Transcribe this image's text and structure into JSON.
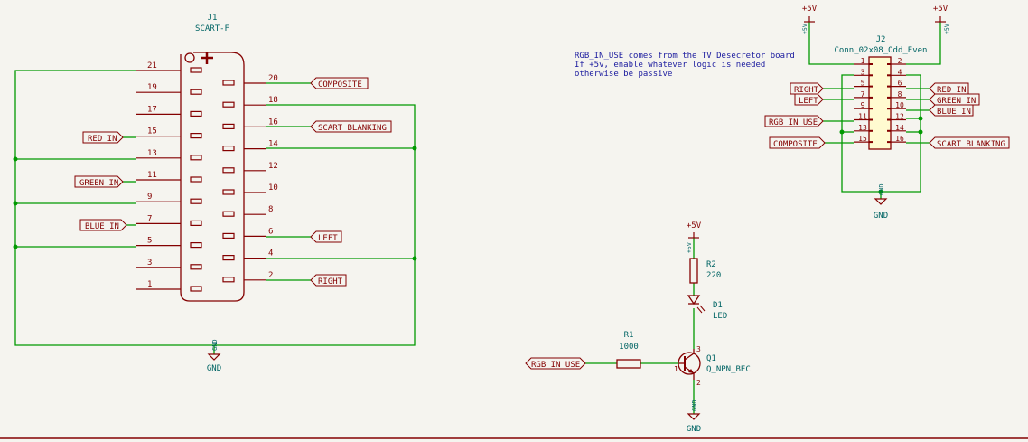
{
  "colors": {
    "wire": "#009900",
    "body": "#840000",
    "ref": "#006464",
    "pwr": "#840000",
    "note": "#1a1a9e",
    "label": "#840000"
  },
  "j1": {
    "ref": "J1",
    "value": "SCART-F",
    "pins_left": [
      "21",
      "19",
      "17",
      "15",
      "13",
      "11",
      "9",
      "7",
      "5",
      "3",
      "1"
    ],
    "pins_right": [
      "20",
      "18",
      "16",
      "14",
      "12",
      "10",
      "8",
      "6",
      "4",
      "2"
    ]
  },
  "labels": {
    "red_in": "RED_IN",
    "green_in": "GREEN_IN",
    "blue_in": "BLUE_IN",
    "composite": "COMPOSITE",
    "scart_blanking": "SCART_BLANKING",
    "left": "LEFT",
    "right": "RIGHT",
    "rgb_in_use": "RGB_IN_USE",
    "composite_j2": "COMPOSITE"
  },
  "gnd": {
    "label": "GND",
    "pin": "GND"
  },
  "pwr": {
    "label": "+5V",
    "pin": "+5V"
  },
  "note": [
    "RGB_IN_USE comes from the TV Desecretor board",
    "If +5v, enable whatever logic is needed",
    "otherwise be passive"
  ],
  "j2": {
    "ref": "J2",
    "value": "Conn_02x08_Odd_Even",
    "pins_odd": [
      "1",
      "3",
      "5",
      "7",
      "9",
      "11",
      "13",
      "15"
    ],
    "pins_even": [
      "2",
      "4",
      "6",
      "8",
      "10",
      "12",
      "14",
      "16"
    ]
  },
  "r1": {
    "ref": "R1",
    "value": "1000"
  },
  "r2": {
    "ref": "R2",
    "value": "220"
  },
  "d1": {
    "ref": "D1",
    "value": "LED"
  },
  "q1": {
    "ref": "Q1",
    "value": "Q_NPN_BEC",
    "pin_b": "1",
    "pin_c": "3",
    "pin_e": "2"
  }
}
